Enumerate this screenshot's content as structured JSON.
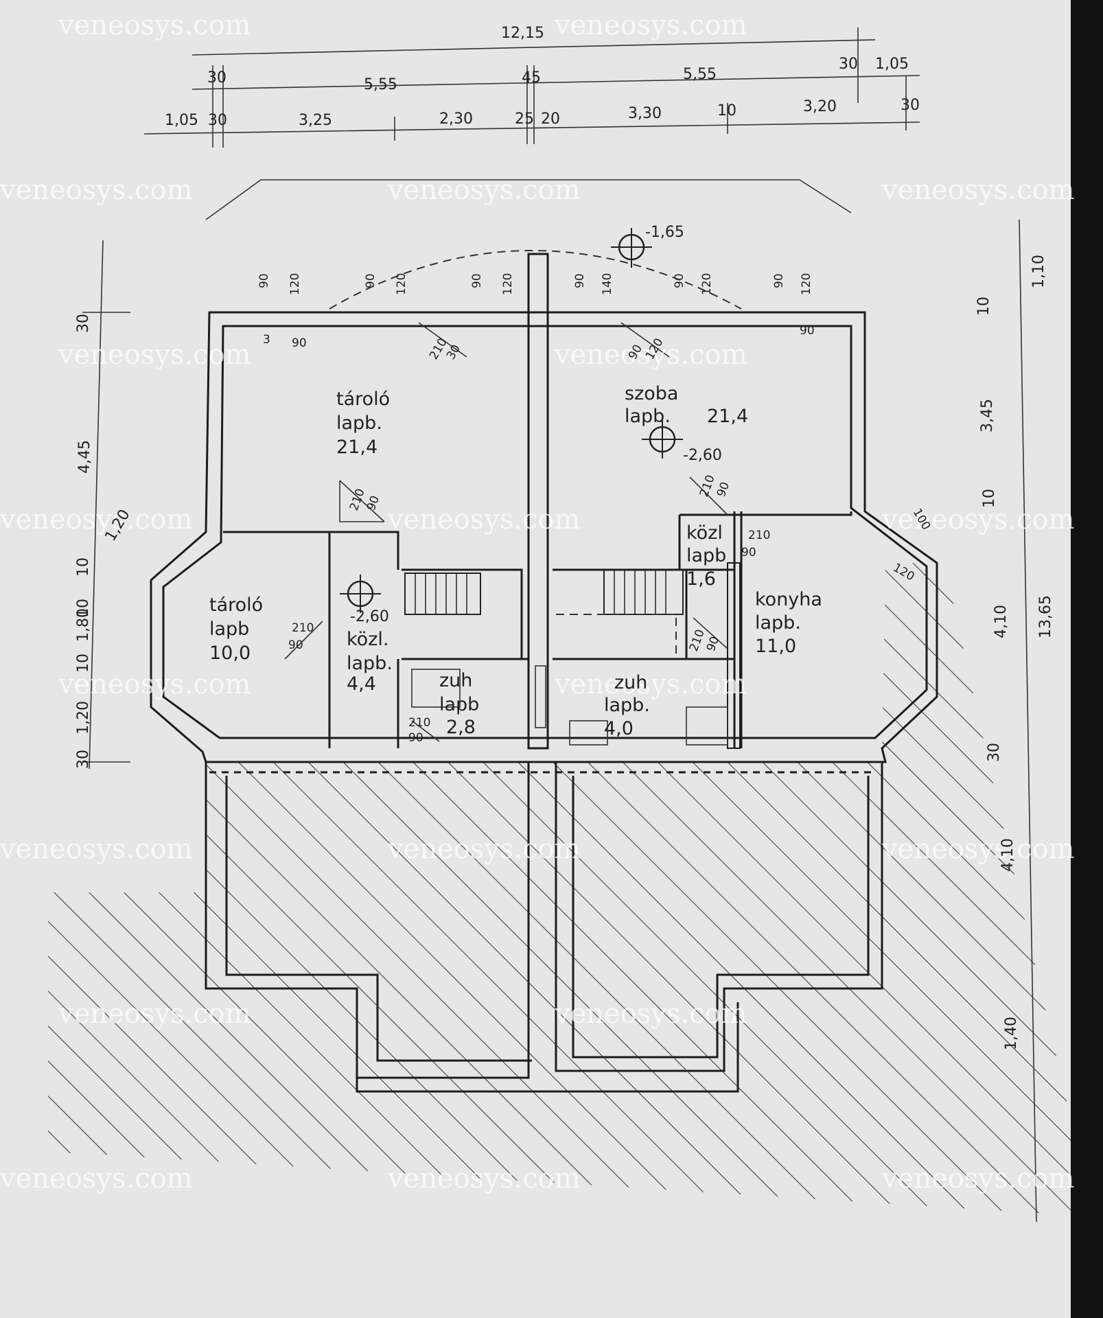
{
  "watermark": "veneosys.com",
  "rooms": {
    "storage_big": {
      "name": "tároló",
      "unit": "lapb.",
      "area": "21,4"
    },
    "room": {
      "name": "szoba",
      "unit": "lapb.",
      "area": "21,4"
    },
    "storage_small": {
      "name": "tároló",
      "unit": "lapb",
      "area": "10,0"
    },
    "hall_left": {
      "name": "közl.",
      "unit": "lapb.",
      "area": "4,4"
    },
    "hall_right": {
      "name": "közl",
      "unit": "lapb",
      "area": "1,6"
    },
    "kitchen": {
      "name": "konyha",
      "unit": "lapb.",
      "area": "11,0"
    },
    "shower_left": {
      "name": "zuh",
      "unit": "lapb",
      "area": "2,8"
    },
    "shower_right": {
      "name": "zuh",
      "unit": "lapb.",
      "area": "4,0"
    }
  },
  "levels": {
    "top": "-1,65",
    "room": "-2,60",
    "hall": "-2,60"
  },
  "dimensions": {
    "total": "12,15",
    "row2": [
      "30",
      "5,55",
      "45",
      "5,55",
      "30",
      "1,05"
    ],
    "row3": [
      "1,05",
      "30",
      "3,25",
      "2,30",
      "25",
      "20",
      "3,30",
      "10",
      "3,20",
      "30"
    ],
    "right": [
      "1,10",
      "10",
      "3,45",
      "10",
      "4,10",
      "13,65",
      "30",
      "4,10",
      "1,40"
    ],
    "left": [
      "30",
      "4,45",
      "10",
      "1,20",
      "10",
      "1,80",
      "10",
      "1,20",
      "30"
    ],
    "openings": [
      "90",
      "120",
      "90",
      "120",
      "90",
      "120",
      "90",
      "140",
      "90",
      "120",
      "90",
      "120"
    ],
    "doors": [
      "3",
      "90",
      "90",
      "210",
      "90",
      "210",
      "90",
      "210",
      "90",
      "210",
      "90",
      "210",
      "90",
      "210",
      "90",
      "210",
      "30",
      "90",
      "120",
      "120",
      "100"
    ]
  }
}
